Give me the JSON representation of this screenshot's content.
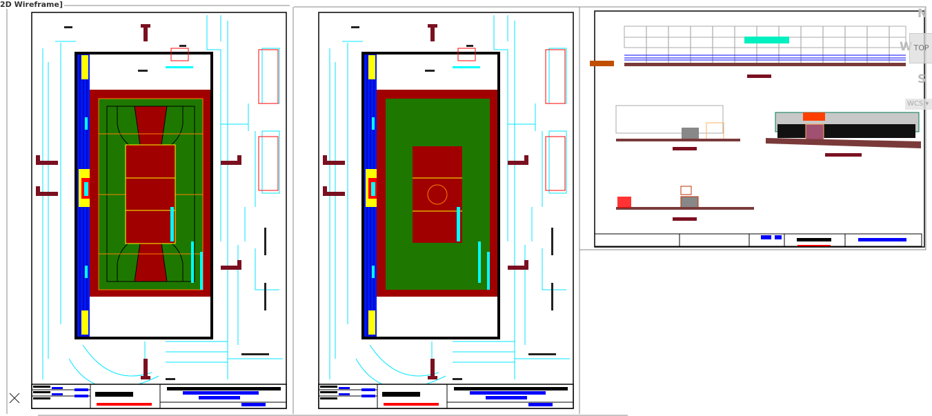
{
  "viewport": {
    "label": "2D Wireframe]"
  },
  "viewcube": {
    "north": "N",
    "south": "S",
    "west": "W",
    "top": "TOP",
    "wcs": "WCS ▾"
  },
  "colors": {
    "court_red": "#a00000",
    "court_green": "#1e7800",
    "stands_blue": "#0018ff",
    "cad_cyan": "#00ffff",
    "wall_maroon": "#7a1020",
    "ground_brown": "#7a3a3a"
  },
  "icons": [
    "ucs-icon",
    "viewcube"
  ]
}
